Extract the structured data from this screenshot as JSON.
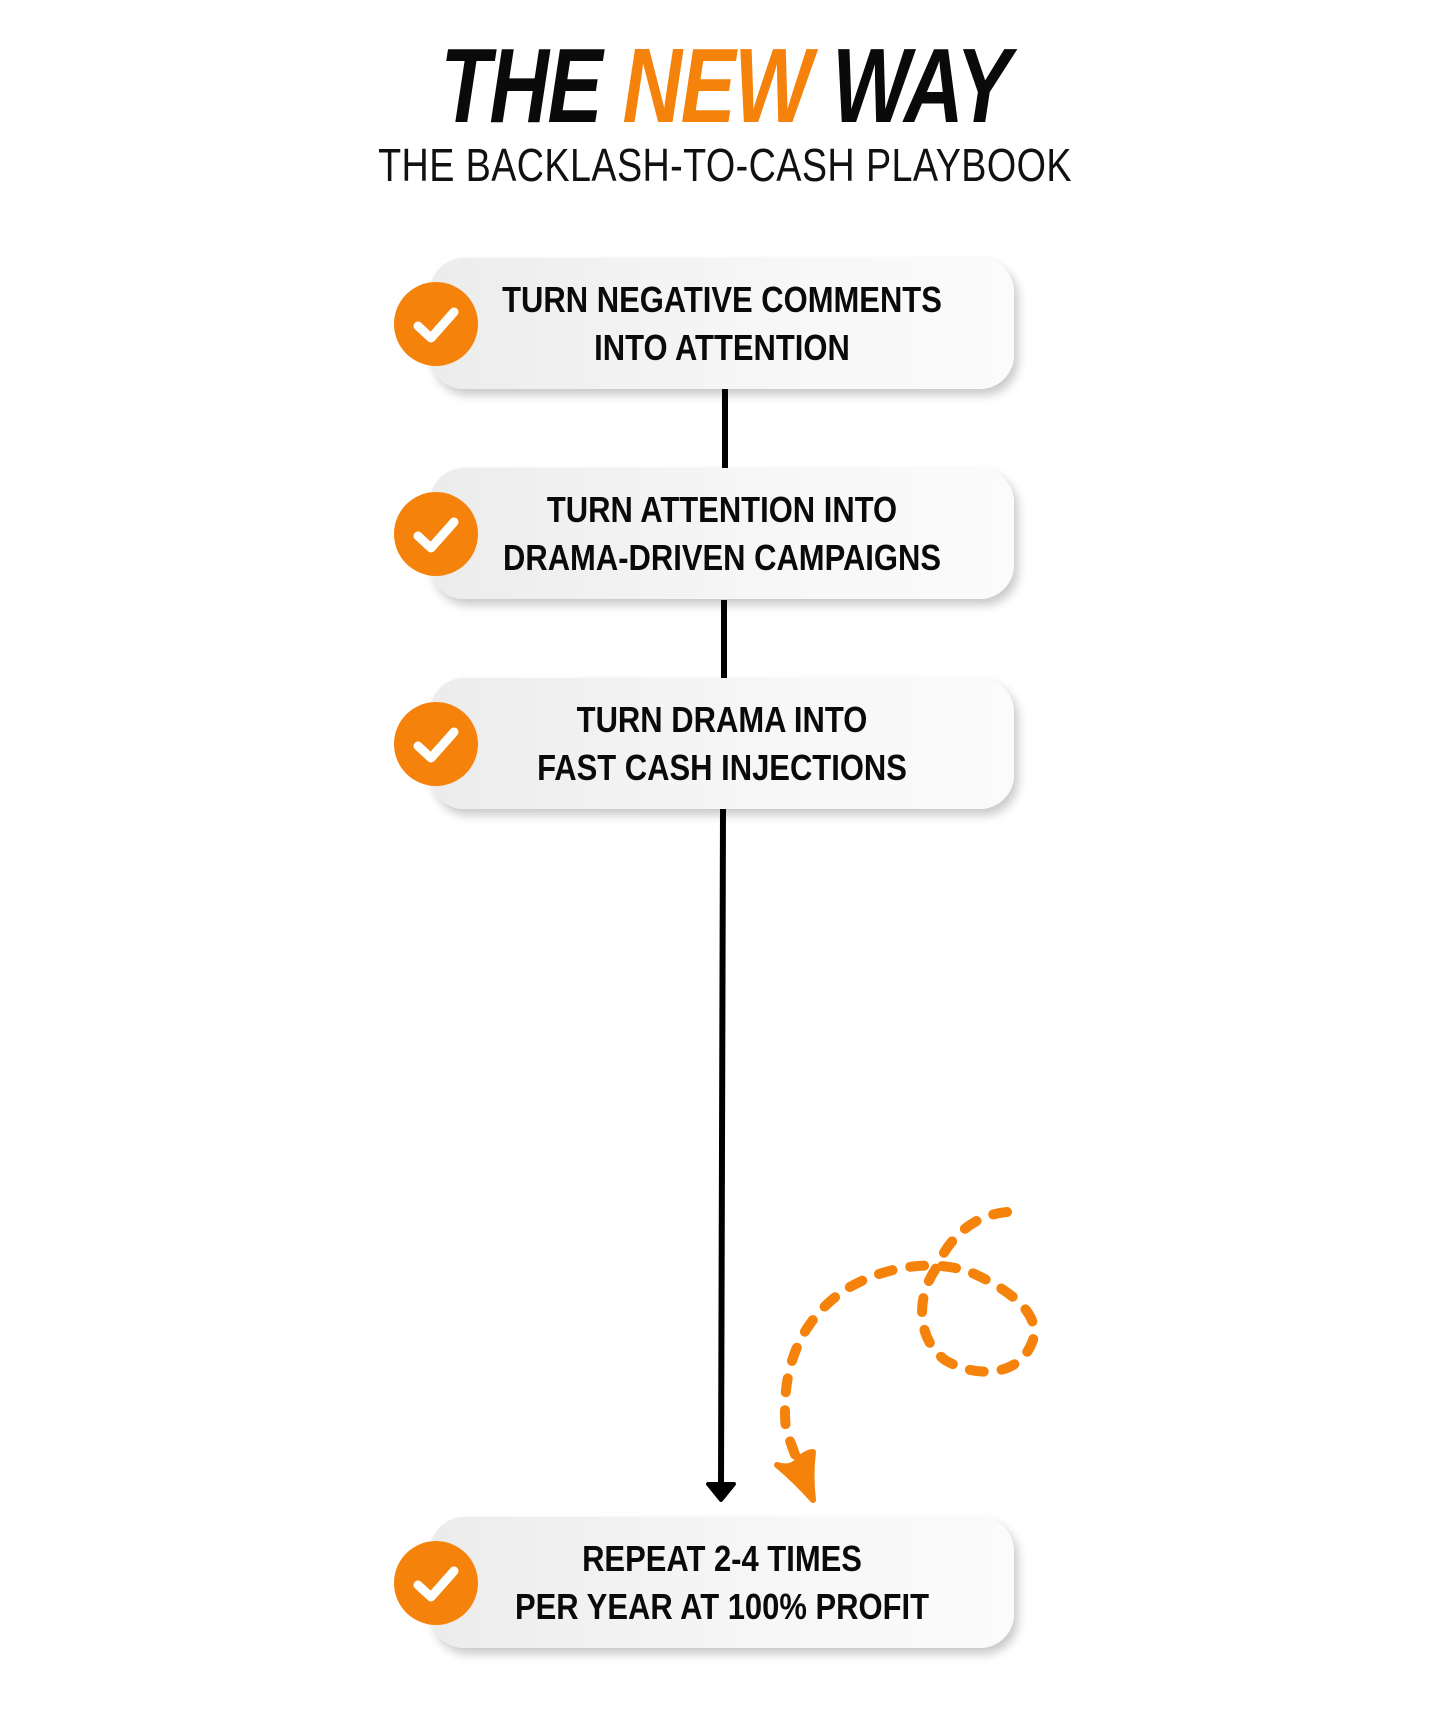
{
  "header": {
    "title_part1": "THE ",
    "title_part2": "NEW",
    "title_part3": " WAY",
    "subtitle": "THE BACKLASH-TO-CASH PLAYBOOK"
  },
  "steps": [
    {
      "line1": "TURN NEGATIVE COMMENTS",
      "line2": "INTO ATTENTION",
      "icon": "check-circle-icon"
    },
    {
      "line1": "TURN ATTENTION INTO",
      "line2": "DRAMA-DRIVEN CAMPAIGNS",
      "icon": "check-circle-icon"
    },
    {
      "line1": "TURN DRAMA INTO",
      "line2": "FAST CASH INJECTIONS",
      "icon": "check-circle-icon"
    },
    {
      "line1": "REPEAT 2-4 TIMES",
      "line2": "PER YEAR AT 100% PROFIT",
      "icon": "check-circle-icon"
    }
  ],
  "colors": {
    "accent": "#F5820A",
    "text": "#0a0a0a",
    "card": "#f2f2f2"
  }
}
